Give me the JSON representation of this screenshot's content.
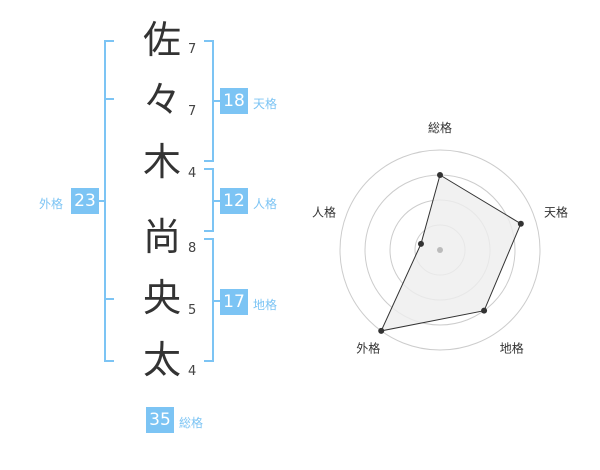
{
  "name_chars": [
    {
      "char": "佐",
      "strokes": "7"
    },
    {
      "char": "々",
      "strokes": "7"
    },
    {
      "char": "木",
      "strokes": "4"
    },
    {
      "char": "尚",
      "strokes": "8"
    },
    {
      "char": "央",
      "strokes": "5"
    },
    {
      "char": "太",
      "strokes": "4"
    }
  ],
  "fortunes": {
    "tenkaku": {
      "value": "18",
      "label": "天格"
    },
    "jinkaku": {
      "value": "12",
      "label": "人格"
    },
    "chikaku": {
      "value": "17",
      "label": "地格"
    },
    "gaikaku": {
      "value": "23",
      "label": "外格"
    },
    "soukaku": {
      "value": "35",
      "label": "総格"
    }
  },
  "chart_data": {
    "type": "radar",
    "axes": [
      "総格",
      "天格",
      "地格",
      "外格",
      "人格"
    ],
    "values": [
      0.75,
      0.85,
      0.75,
      1.0,
      0.2
    ],
    "range": [
      0,
      1
    ],
    "rings": 4,
    "colors": {
      "fill": "#eeeeee",
      "line": "#333333",
      "grid": "#cccccc",
      "point": "#333333",
      "center": "#bbbbbb"
    }
  },
  "colors": {
    "accent": "#7cc4f4"
  }
}
